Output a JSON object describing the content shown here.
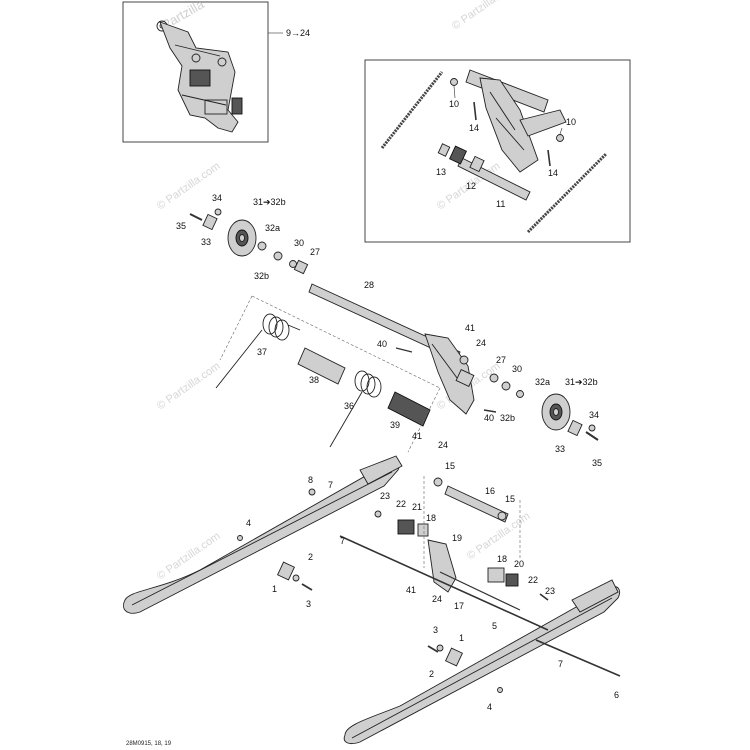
{
  "watermark": "© Partzilla.com",
  "watermark_logo": "Partzilla",
  "reference": "28M0915, 18, 19",
  "insets": {
    "main_callout": "9→24"
  },
  "callouts": [
    {
      "id": "c-10a",
      "text": "10"
    },
    {
      "id": "c-10b",
      "text": "10"
    },
    {
      "id": "c-14a",
      "text": "14"
    },
    {
      "id": "c-14b",
      "text": "14"
    },
    {
      "id": "c-13",
      "text": "13"
    },
    {
      "id": "c-12",
      "text": "12"
    },
    {
      "id": "c-11",
      "text": "11"
    },
    {
      "id": "c-34a",
      "text": "34"
    },
    {
      "id": "c-35a",
      "text": "35"
    },
    {
      "id": "c-33a",
      "text": "33"
    },
    {
      "id": "c-31a",
      "text": "31➔32b"
    },
    {
      "id": "c-32aa",
      "text": "32a"
    },
    {
      "id": "c-32ba",
      "text": "32b"
    },
    {
      "id": "c-30a",
      "text": "30"
    },
    {
      "id": "c-27a",
      "text": "27"
    },
    {
      "id": "c-28",
      "text": "28"
    },
    {
      "id": "c-37",
      "text": "37"
    },
    {
      "id": "c-38",
      "text": "38"
    },
    {
      "id": "c-36",
      "text": "36"
    },
    {
      "id": "c-39",
      "text": "39"
    },
    {
      "id": "c-40a",
      "text": "40"
    },
    {
      "id": "c-41a",
      "text": "41"
    },
    {
      "id": "c-24a",
      "text": "24"
    },
    {
      "id": "c-27b",
      "text": "27"
    },
    {
      "id": "c-30b",
      "text": "30"
    },
    {
      "id": "c-32ab",
      "text": "32a"
    },
    {
      "id": "c-31b",
      "text": "31➔32b"
    },
    {
      "id": "c-40b",
      "text": "40"
    },
    {
      "id": "c-32bb",
      "text": "32b"
    },
    {
      "id": "c-41b",
      "text": "41"
    },
    {
      "id": "c-24b",
      "text": "24"
    },
    {
      "id": "c-34b",
      "text": "34"
    },
    {
      "id": "c-33b",
      "text": "33"
    },
    {
      "id": "c-35b",
      "text": "35"
    },
    {
      "id": "c-15a",
      "text": "15"
    },
    {
      "id": "c-16",
      "text": "16"
    },
    {
      "id": "c-15b",
      "text": "15"
    },
    {
      "id": "c-8",
      "text": "8"
    },
    {
      "id": "c-7a",
      "text": "7"
    },
    {
      "id": "c-23a",
      "text": "23"
    },
    {
      "id": "c-22a",
      "text": "22"
    },
    {
      "id": "c-21",
      "text": "21"
    },
    {
      "id": "c-18a",
      "text": "18"
    },
    {
      "id": "c-19",
      "text": "19"
    },
    {
      "id": "c-4a",
      "text": "4"
    },
    {
      "id": "c-7b",
      "text": "7"
    },
    {
      "id": "c-2a",
      "text": "2"
    },
    {
      "id": "c-1a",
      "text": "1"
    },
    {
      "id": "c-3a",
      "text": "3"
    },
    {
      "id": "c-18b",
      "text": "18"
    },
    {
      "id": "c-20",
      "text": "20"
    },
    {
      "id": "c-22b",
      "text": "22"
    },
    {
      "id": "c-23b",
      "text": "23"
    },
    {
      "id": "c-41c",
      "text": "41"
    },
    {
      "id": "c-24c",
      "text": "24"
    },
    {
      "id": "c-17",
      "text": "17"
    },
    {
      "id": "c-5",
      "text": "5"
    },
    {
      "id": "c-3b",
      "text": "3"
    },
    {
      "id": "c-1b",
      "text": "1"
    },
    {
      "id": "c-7c",
      "text": "7"
    },
    {
      "id": "c-2b",
      "text": "2"
    },
    {
      "id": "c-6",
      "text": "6"
    },
    {
      "id": "c-4b",
      "text": "4"
    }
  ]
}
